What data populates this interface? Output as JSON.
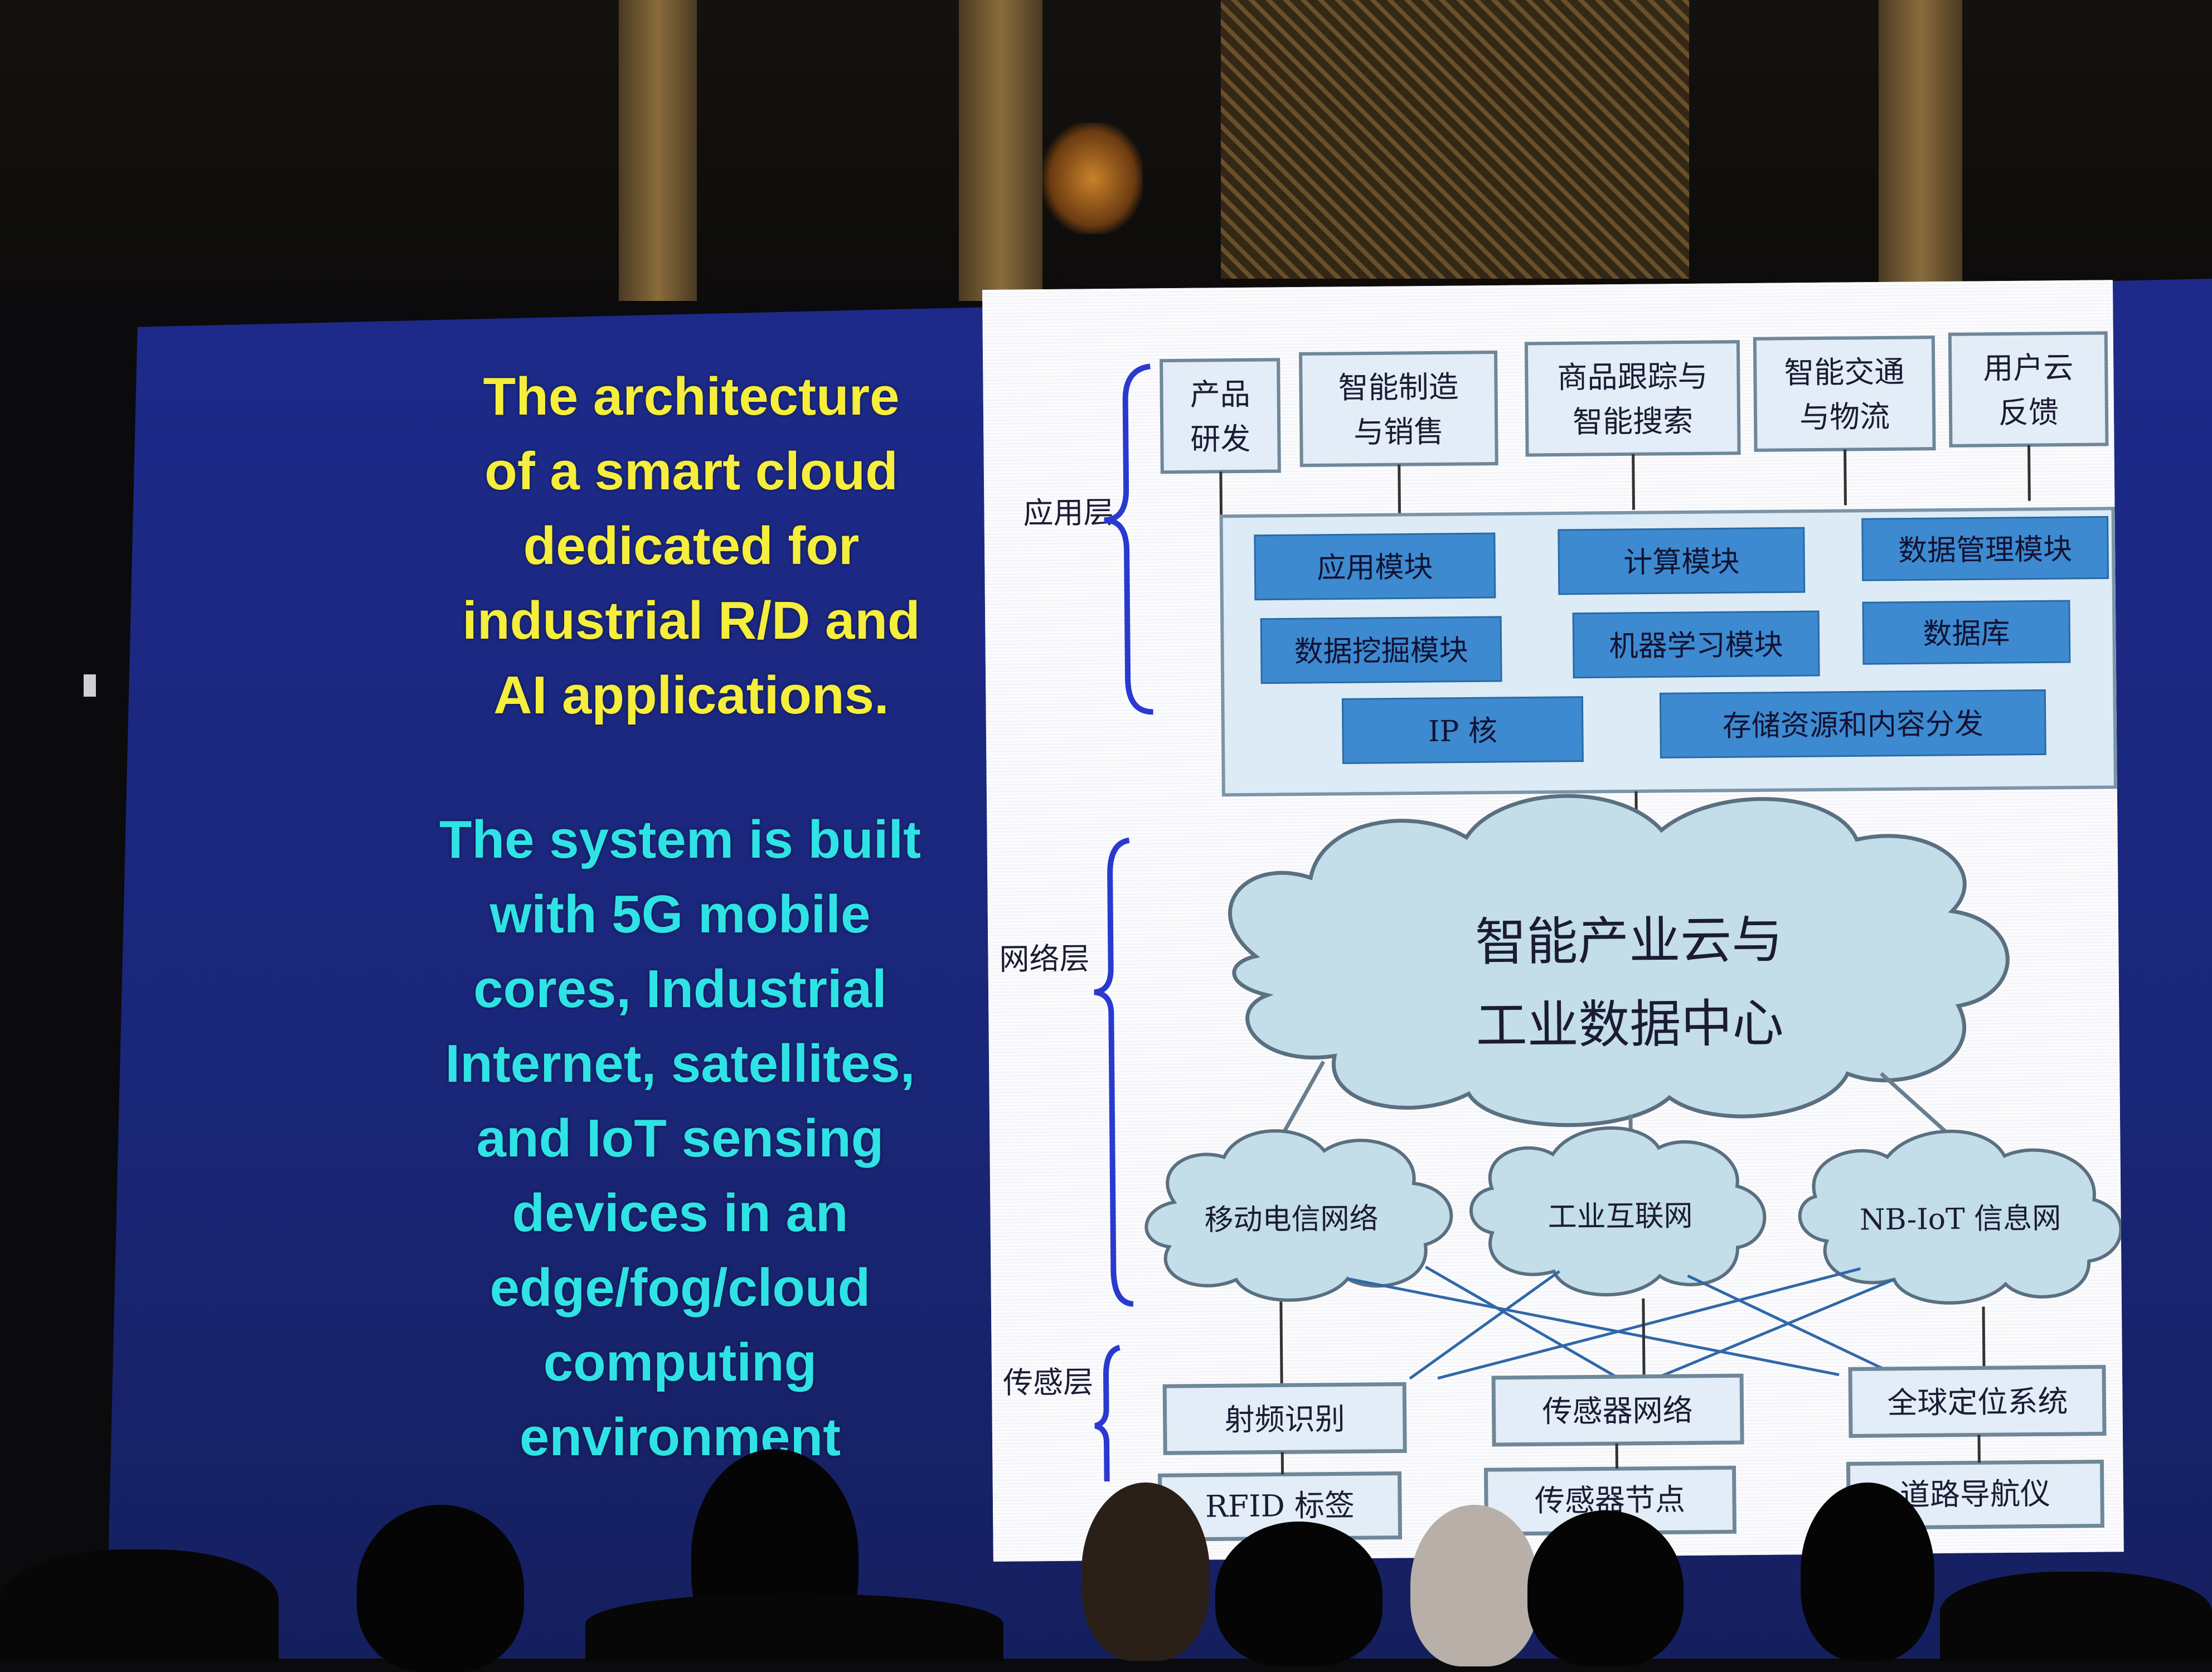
{
  "slide": {
    "heading_lines": [
      "The architecture",
      "of a smart cloud",
      "dedicated for",
      "industrial R/D and",
      "AI applications."
    ],
    "body_lines": [
      "The system is built",
      "with 5G mobile",
      "cores,  Industrial",
      "Internet, satellites,",
      "and IoT sensing",
      "devices in an",
      "edge/fog/cloud",
      "computing",
      "environment"
    ],
    "colors": {
      "heading": "#f5ee3c",
      "body": "#2fe2e6",
      "background": "#1d2a8a"
    }
  },
  "diagram": {
    "layers": {
      "application": "应用层",
      "network": "网络层",
      "sensing": "传感层"
    },
    "top_apps": [
      [
        "产品",
        "研发"
      ],
      [
        "智能制造",
        "与销售"
      ],
      [
        "商品跟踪与",
        "智能搜索"
      ],
      [
        "智能交通",
        "与物流"
      ],
      [
        "用户云",
        "反馈"
      ]
    ],
    "modules": [
      "应用模块",
      "计算模块",
      "数据管理模块",
      "数据挖掘模块",
      "机器学习模块",
      "数据库",
      "IP 核",
      "存储资源和内容分发"
    ],
    "core_cloud": [
      "智能产业云与",
      "工业数据中心"
    ],
    "sub_clouds": [
      "移动电信网络",
      "工业互联网",
      "NB-IoT 信息网"
    ],
    "sensing_top": [
      "射频识别",
      "传感器网络",
      "全球定位系统"
    ],
    "sensing_bottom": [
      "RFID 标签",
      "传感器节点",
      "道路导航仪"
    ]
  }
}
